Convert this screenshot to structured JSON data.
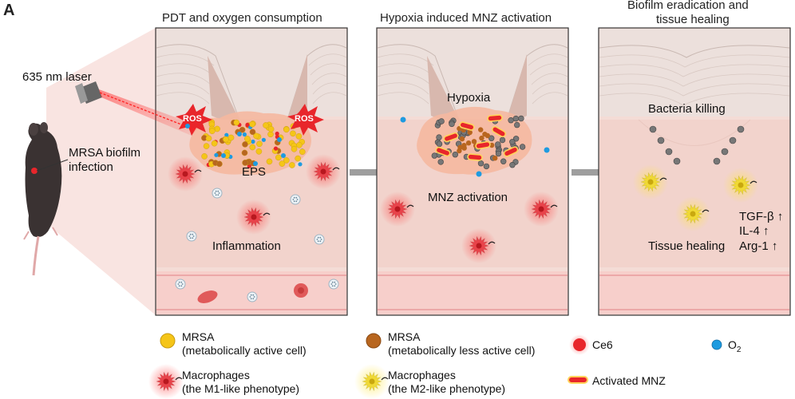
{
  "figure_letter": "A",
  "panels": [
    {
      "title": "PDT and oxygen consumption"
    },
    {
      "title": "Hypoxia induced MNZ activation"
    },
    {
      "title_line1": "Biofilm eradication and",
      "title_line2": "tissue healing"
    }
  ],
  "labels": {
    "laser": "635 nm laser",
    "infection_line1": "MRSA biofilm",
    "infection_line2": "infection",
    "ros": "ROS",
    "eps": "EPS",
    "inflammation": "Inflammation",
    "hypoxia": "Hypoxia",
    "mnz_activation": "MNZ activation",
    "bacteria_killing": "Bacteria killing",
    "tgf": "TGF-β ↑",
    "il4": "IL-4 ↑",
    "tissue_healing": "Tissue healing",
    "arg1": "Arg-1 ↑"
  },
  "legend": {
    "mrsa_active_line1": "MRSA",
    "mrsa_active_line2": "(metabolically active cell)",
    "mrsa_less_line1": "MRSA",
    "mrsa_less_line2": "(metabolically less active cell)",
    "ce6": "Ce6",
    "o2": "O",
    "o2_sub": "2",
    "m1_line1": "Macrophages",
    "m1_line2": "(the M1-like phenotype)",
    "m2_line1": "Macrophages",
    "m2_line2": "(the M2-like phenotype)",
    "mnz": "Activated MNZ"
  },
  "colors": {
    "skin_top": "#ede4e0",
    "dermis": "#f3d6cf",
    "vessel": "#f7c7c4",
    "mrsa_active": "#f5c518",
    "mrsa_less": "#b8661f",
    "ce6": "#e8262b",
    "o2": "#1e9be0",
    "m1": "#e8434a",
    "m2": "#f0d935",
    "mnz": "#e8262b",
    "arrow": "#9e9e9e"
  }
}
